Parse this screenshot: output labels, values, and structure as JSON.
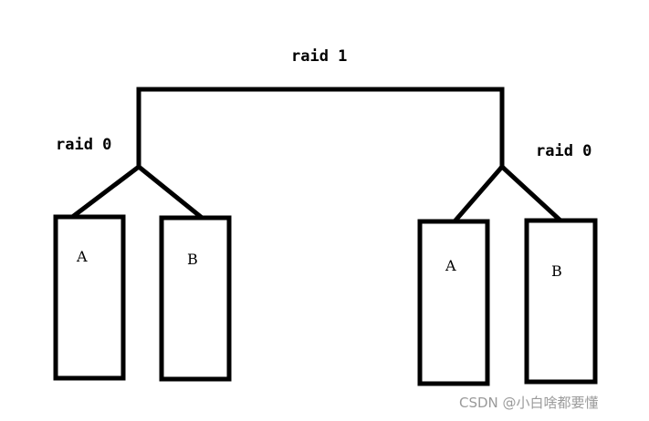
{
  "diagram": {
    "top_label": "raid 1",
    "left_group": {
      "label": "raid 0",
      "disks": [
        "A",
        "B"
      ]
    },
    "right_group": {
      "label": "raid 0",
      "disks": [
        "A",
        "B"
      ]
    }
  },
  "watermark": "CSDN @小白啥都要懂"
}
